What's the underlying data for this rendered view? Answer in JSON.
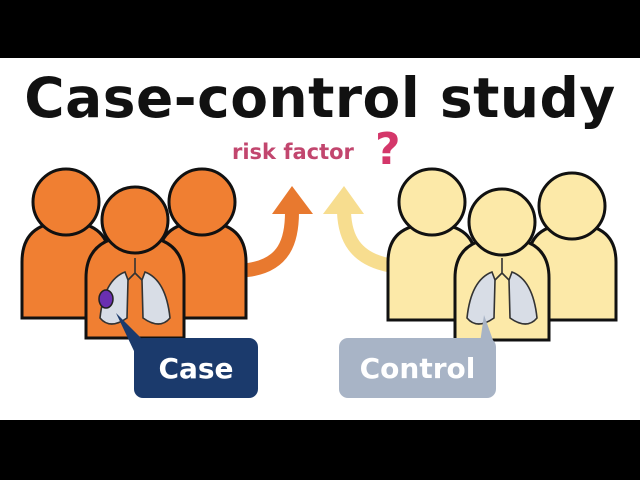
{
  "title": "Case-control study",
  "question": {
    "label": "risk factor",
    "mark": "?"
  },
  "groups": {
    "case": {
      "label": "Case",
      "fill": "#f07f32",
      "badge_color": "#1b3a6c"
    },
    "control": {
      "label": "Control",
      "fill": "#fce9a8",
      "badge_color": "#a8b4c6"
    }
  },
  "colors": {
    "arrow_case": "#e8792f",
    "arrow_control": "#f7dd8f",
    "title": "#111111",
    "risk": "#c2466e",
    "lung": "#d8dde6",
    "tumor": "#6a2fb0"
  },
  "icons": [
    "person-icon",
    "lungs-icon",
    "tumor-icon",
    "arrow-icon"
  ]
}
